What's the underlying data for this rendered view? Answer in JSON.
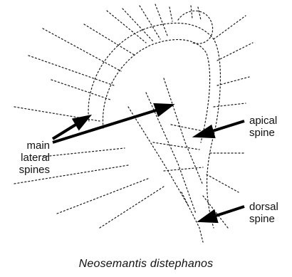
{
  "figure": {
    "caption": "Neosemantis distephanos",
    "labels": {
      "main_lateral": "main\nlateral\nspines",
      "apical": "apical\nspine",
      "dorsal": "dorsal\nspine"
    },
    "ink_color": "#111111"
  }
}
